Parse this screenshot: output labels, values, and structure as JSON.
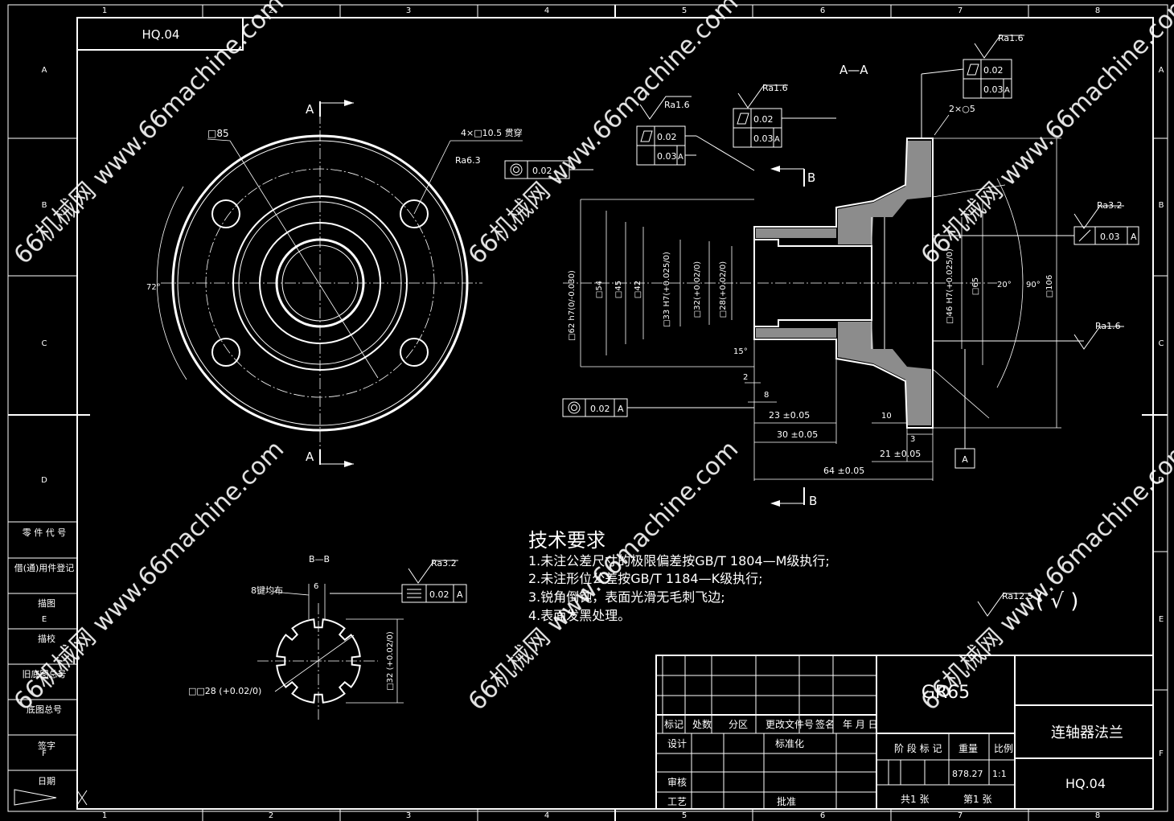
{
  "drawing_code": "HQ.04",
  "part_name": "连轴器法兰",
  "material": "GR65",
  "weight": "878.27",
  "scale": "1:1",
  "sheet_total": "共1 张",
  "sheet_no": "第1 张",
  "watermark": "66机械网 www.66machine.com",
  "grid_cols": [
    "1",
    "2",
    "3",
    "4",
    "5",
    "6",
    "7",
    "8"
  ],
  "grid_rows": [
    "A",
    "B",
    "C",
    "D",
    "E",
    "F"
  ],
  "view_labels": {
    "section_aa": "A—A",
    "section_bb": "B—B",
    "a": "A",
    "b": "B"
  },
  "front_view": {
    "square_85": "□85",
    "holes": "4×□10.5 贯穿",
    "ra_holes": "Ra6.3",
    "angle_72": "72°"
  },
  "tech_requirements": {
    "title": "技术要求",
    "items": [
      "1.未注公差尺寸的极限偏差按GB/T 1804—M级执行;",
      "2.未注形位公差按GB/T 1184—K级执行;",
      "3.锐角倒钝，表面光滑无毛刺飞边;",
      "4.表面发黑处理。"
    ]
  },
  "roughness": {
    "ra16": "Ra1.6",
    "ra32": "Ra3.2",
    "ra125": "Ra12.5",
    "general_symbol": "( √ )"
  },
  "gdt": {
    "conc": "0.02",
    "flat": "0.02",
    "perp": "0.03",
    "datum": "A",
    "runout": "0.03",
    "sym": "0.02"
  },
  "section_dims": {
    "d62": "□62 h7(0/-0.030)",
    "d54": "□54",
    "d45": "□45",
    "d42": "□42",
    "d33": "□33 H7(+0.025/0)",
    "d32": "□32(+0.02/0)",
    "d28": "□28(+0.02/0)",
    "d46": "□46 H7(+0.025/0)",
    "d65": "□65",
    "d106": "□106",
    "ang20": "20°",
    "ang90": "90°",
    "ang15": "15°",
    "chamfer": "2×○5",
    "l2": "2",
    "l8": "8",
    "l23": "23 ±0.05",
    "l30": "30 ±0.05",
    "l64": "64 ±0.05",
    "l10": "10",
    "l21": "21 ±0.05",
    "l3": "3"
  },
  "bb_dims": {
    "keys": "8键均布",
    "key_w": "6",
    "d28": "□□28 (+0.02/0)",
    "d32": "□32 (+0.02/0)"
  },
  "title_block": {
    "h_mark": "标记",
    "h_count": "处数",
    "h_zone": "分区",
    "h_doc": "更改文件号",
    "h_sign": "签名",
    "h_date": "年 月 日",
    "design": "设计",
    "standard": "标准化",
    "check": "审核",
    "process": "工艺",
    "approve": "批准",
    "stage": "阶 段 标 记",
    "weight_h": "重量",
    "scale_h": "比例"
  },
  "side_panel": [
    "零 件 代 号",
    "借(通)用件登记",
    "描图",
    "描校",
    "旧底图总号",
    "底图总号",
    "签字",
    "日期"
  ]
}
